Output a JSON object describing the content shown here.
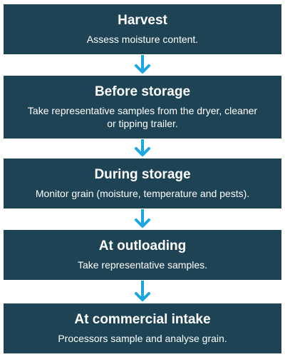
{
  "steps": [
    {
      "title": "Harvest",
      "description": "Assess moisture content."
    },
    {
      "title": "Before storage",
      "description": "Take representative samples from the dryer, cleaner or tipping trailer."
    },
    {
      "title": "During storage",
      "description": "Monitor grain (moisture, temperature and pests)."
    },
    {
      "title": "At outloading",
      "description": "Take representative samples."
    },
    {
      "title": "At commercial intake",
      "description": "Processors sample and analyse grain."
    }
  ],
  "colors": {
    "box_background": "#1e4354",
    "box_text": "#ffffff",
    "arrow": "#1ea6df"
  }
}
